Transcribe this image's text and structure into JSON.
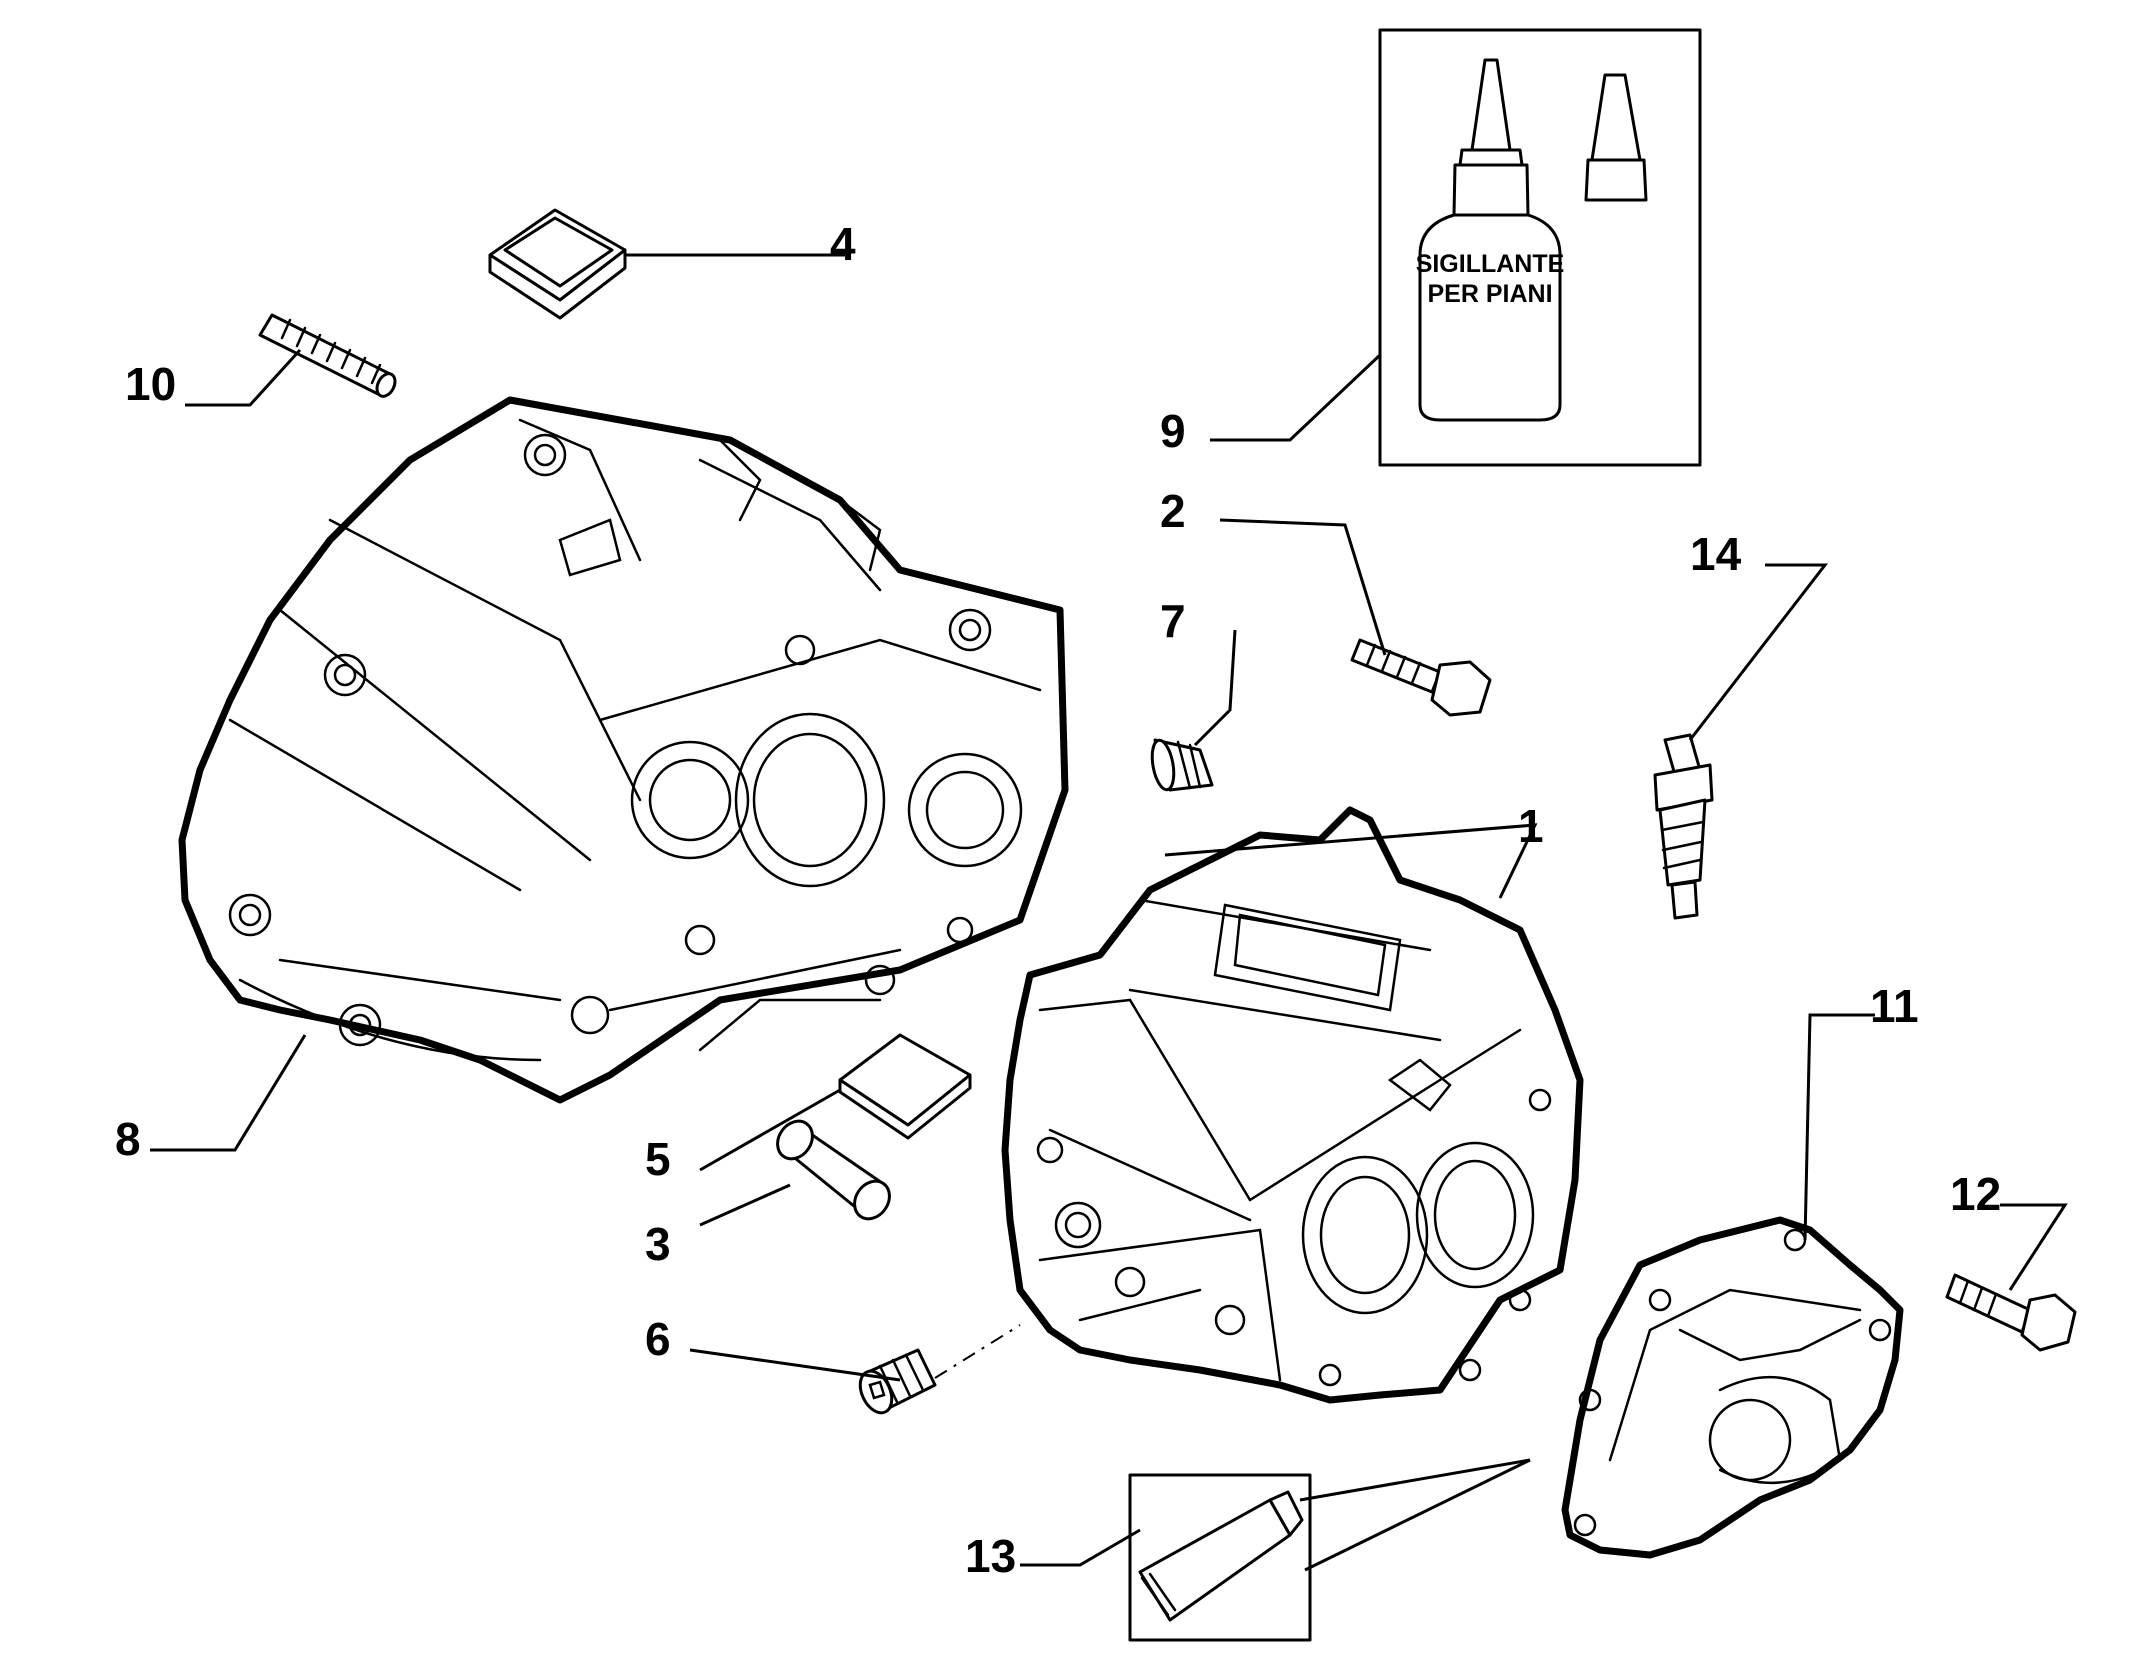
{
  "diagram": {
    "parts": [
      {
        "label": "1"
      },
      {
        "label": "2"
      },
      {
        "label": "3"
      },
      {
        "label": "4"
      },
      {
        "label": "5"
      },
      {
        "label": "6"
      },
      {
        "label": "7"
      },
      {
        "label": "8"
      },
      {
        "label": "9"
      },
      {
        "label": "10"
      },
      {
        "label": "11"
      },
      {
        "label": "12"
      },
      {
        "label": "13"
      },
      {
        "label": "14"
      }
    ],
    "bottle_text": [
      "SIGILLANTE",
      "PER PIANI"
    ]
  }
}
